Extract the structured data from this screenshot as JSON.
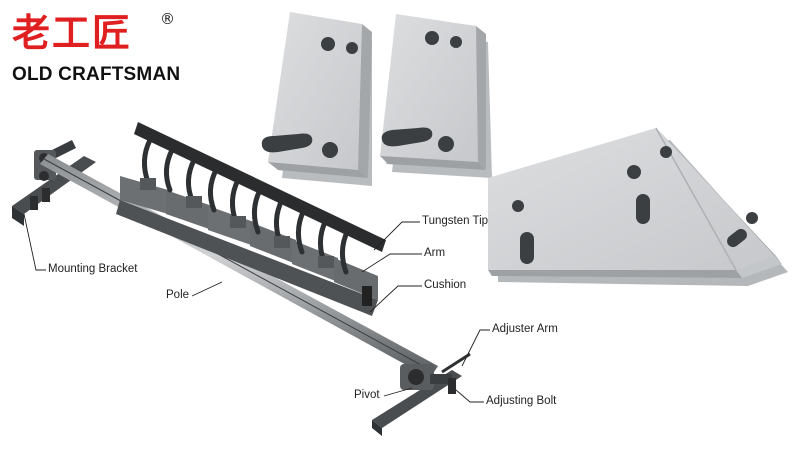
{
  "brand": {
    "name_cn": "老工匠",
    "registered_mark": "®",
    "name_en": "OLD CRAFTSMAN",
    "color": "#e02020"
  },
  "labels": {
    "tungsten_tip": "Tungsten Tip",
    "arm": "Arm",
    "cushion": "Cushion",
    "mounting_bracket": "Mounting Bracket",
    "pole": "Pole",
    "adjuster_arm": "Adjuster Arm",
    "pivot": "Pivot",
    "adjusting_bolt": "Adjusting Bolt"
  },
  "colors": {
    "blade_face": "#d2d4d6",
    "blade_edge": "#a4a7aa",
    "metal_dark": "#3c3f42",
    "leader_line": "#222222"
  }
}
